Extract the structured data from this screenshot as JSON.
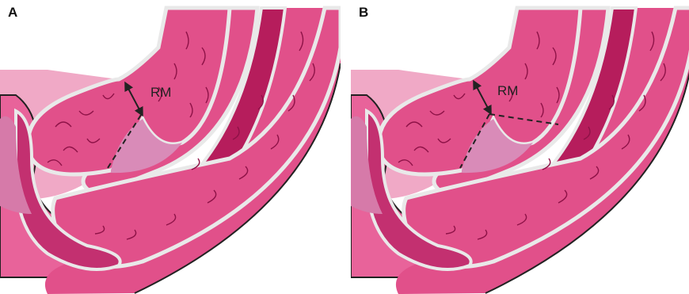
{
  "panels": [
    {
      "id": "A",
      "letter": "A",
      "measure_label": "RM",
      "dashed_extension": false
    },
    {
      "id": "B",
      "letter": "B",
      "measure_label": "RM",
      "dashed_extension": true
    }
  ],
  "colors": {
    "tissue": "#e1508a",
    "tissue_dark": "#c6306c",
    "tissue_light": "#ef8fb5",
    "pale": "#f5bfd3",
    "lumen": "#eca8c8",
    "outline": "#222222",
    "rim": "#e9e9e9",
    "striation": "#8e1247"
  }
}
